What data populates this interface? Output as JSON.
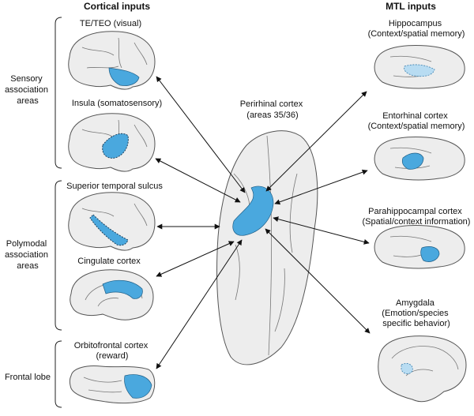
{
  "headers": {
    "cortical": "Cortical inputs",
    "mtl": "MTL inputs"
  },
  "groups": {
    "sensory": [
      "Sensory",
      "association",
      "areas"
    ],
    "polymodal": [
      "Polymodal",
      "association",
      "areas"
    ],
    "frontal": [
      "Frontal lobe"
    ]
  },
  "cortical_inputs": {
    "te_teo": [
      "TE/TEO (visual)"
    ],
    "insula": [
      "Insula (somatosensory)"
    ],
    "sts": [
      "Superior temporal sulcus"
    ],
    "cingulate": [
      "Cingulate cortex"
    ],
    "orbitofrontal": [
      "Orbitofrontal cortex",
      "(reward)"
    ]
  },
  "center": [
    "Perirhinal cortex",
    "(areas 35/36)"
  ],
  "mtl_inputs": {
    "hippocampus": [
      "Hippocampus",
      "(Context/spatial memory)"
    ],
    "entorhinal": [
      "Entorhinal cortex",
      "(Context/spatial memory)"
    ],
    "parahippocampal": [
      "Parahippocampal cortex",
      "(Spatial/context information)"
    ],
    "amygdala": [
      "Amygdala",
      "(Emotion/species",
      "specific behavior)"
    ]
  },
  "colors": {
    "highlight": "#4aa8de",
    "brain_fill": "#ededed",
    "outline": "#555555"
  }
}
